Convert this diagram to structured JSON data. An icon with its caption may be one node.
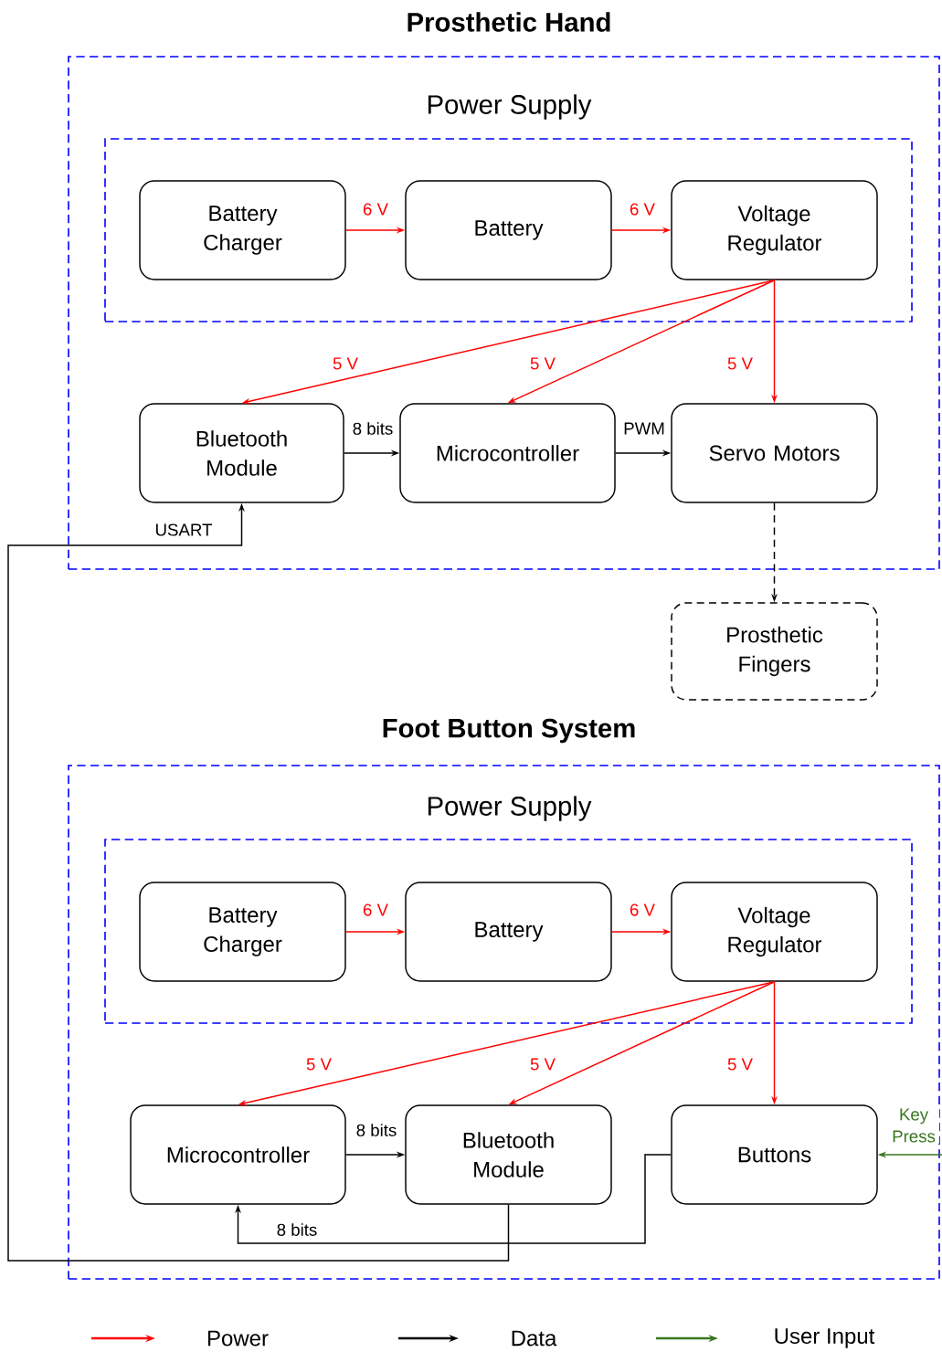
{
  "diagram": {
    "nodes": [
      {
        "text": [
          "Prosthetic Hand"
        ]
      },
      {
        "text": [
          "Power Supply"
        ],
        "in": 0
      },
      {
        "text": [
          "Battery Charger"
        ],
        "in": 1
      },
      {
        "text": [
          "Battery"
        ],
        "in": 1
      },
      {
        "text": [
          "Voltage Regulator"
        ],
        "in": 1
      },
      {
        "text": [
          "Bluetooth Module"
        ],
        "in": 0
      },
      {
        "text": [
          "Microcontroller"
        ],
        "in": 0
      },
      {
        "text": [
          "Servo Motors"
        ],
        "in": 0
      },
      {
        "text": [
          "Prosthetic Fingers"
        ]
      },
      {
        "text": [
          "Foot Button System"
        ]
      },
      {
        "text": [
          "Power Supply"
        ],
        "in": 9
      },
      {
        "text": [
          "Battery Charger"
        ],
        "in": 10
      },
      {
        "text": [
          "Battery"
        ],
        "in": 10
      },
      {
        "text": [
          "Voltage Regulator"
        ],
        "in": 10
      },
      {
        "text": [
          "Microcontroller"
        ],
        "in": 9
      },
      {
        "text": [
          "Bluetooth Module"
        ],
        "in": 9
      },
      {
        "text": [
          "Buttons"
        ],
        "in": 9
      }
    ],
    "edges": [
      {
        "from": 2,
        "to": 3,
        "arrow": "to",
        "label": "6 V"
      },
      {
        "from": 3,
        "to": 4,
        "arrow": "to",
        "label": "6 V"
      },
      {
        "from": 4,
        "to": 5,
        "arrow": "to",
        "label": "5 V"
      },
      {
        "from": 4,
        "to": 6,
        "arrow": "to",
        "label": "5 V"
      },
      {
        "from": 4,
        "to": 7,
        "arrow": "to",
        "label": "5 V"
      },
      {
        "from": 5,
        "to": 6,
        "arrow": "to",
        "label": "8 bits",
        "color": "#000000"
      },
      {
        "from": 6,
        "to": 7,
        "arrow": "to",
        "label": "PWM",
        "color": "#000000"
      },
      {
        "from": 7,
        "to": 8,
        "arrow": "to",
        "style": "dashed",
        "color": "#000000"
      },
      {
        "from": 15,
        "to": 5,
        "arrow": "to",
        "label": "USART",
        "color": "#000000"
      },
      {
        "from": 11,
        "to": 12,
        "arrow": "to",
        "label": "6 V"
      },
      {
        "from": 12,
        "to": 13,
        "arrow": "to",
        "label": "6 V"
      },
      {
        "from": 13,
        "to": 14,
        "arrow": "to",
        "label": "5 V"
      },
      {
        "from": 13,
        "to": 15,
        "arrow": "to",
        "label": "5 V"
      },
      {
        "from": 13,
        "to": 16,
        "arrow": "to",
        "label": "5 V"
      },
      {
        "from": 14,
        "to": 15,
        "arrow": "to",
        "label": "8 bits",
        "color": "#000000"
      },
      {
        "from": 16,
        "to": 14,
        "arrow": "to",
        "label": "8 bits",
        "color": "#000000"
      },
      {
        "from": null,
        "to": 16,
        "arrow": "to",
        "label": "Key Press",
        "color": "#38761d"
      }
    ],
    "legend": [
      {
        "text": "Power",
        "color": "#ff0000"
      },
      {
        "text": "Data",
        "color": "#000000"
      },
      {
        "text": "User Input",
        "color": "#38761d"
      }
    ]
  }
}
